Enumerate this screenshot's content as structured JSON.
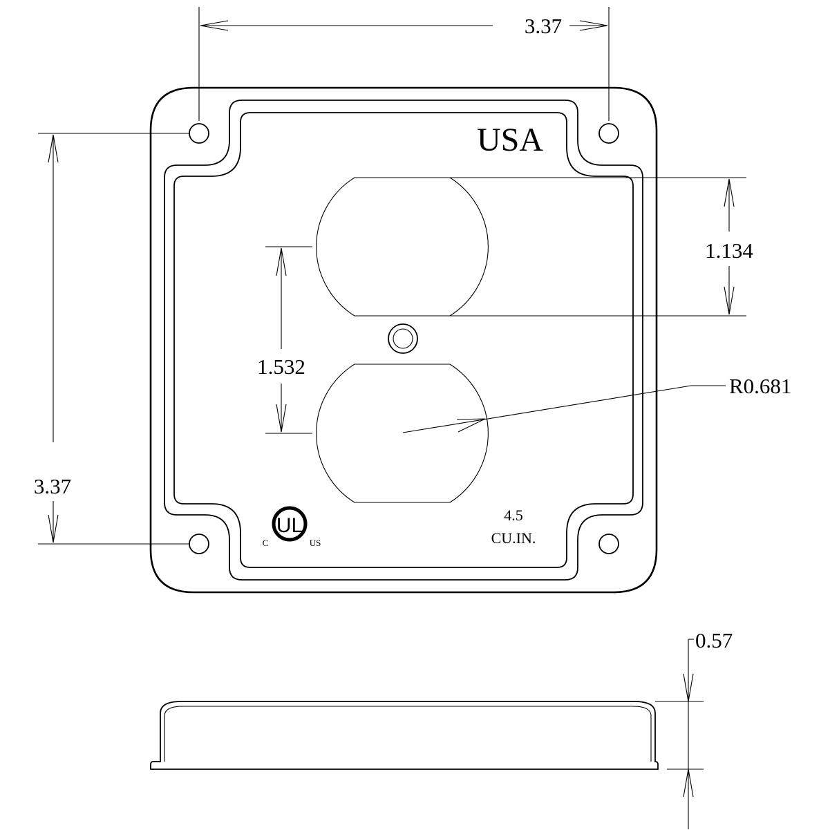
{
  "dimensions": {
    "width": "3.37",
    "height": "3.37",
    "outlet_opening_height": "1.134",
    "outlet_spacing": "1.532",
    "radius": "R0.681",
    "depth": "0.57"
  },
  "markings": {
    "country": "USA",
    "capacity_value": "4.5",
    "capacity_unit": "CU.IN.",
    "cert_mark": "UL",
    "cert_c": "C",
    "cert_us": "US"
  }
}
